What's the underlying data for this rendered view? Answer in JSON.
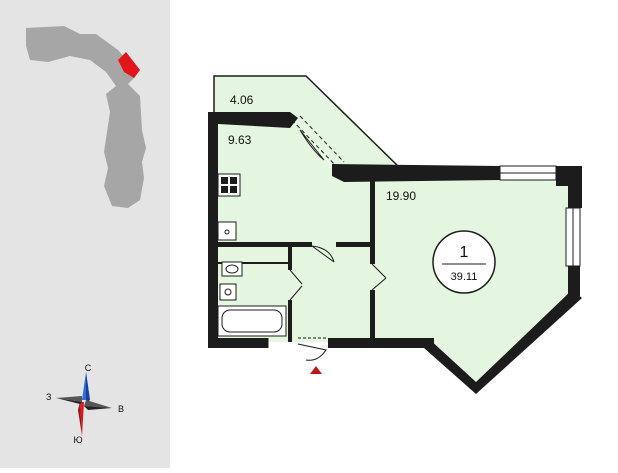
{
  "compass": {
    "north": "С",
    "east": "В",
    "south": "Ю",
    "west": "З"
  },
  "rooms": [
    {
      "id": "balcony",
      "area": "4.06"
    },
    {
      "id": "kitchen",
      "area": "9.63"
    },
    {
      "id": "living",
      "area": "19.90"
    }
  ],
  "apartment": {
    "rooms_count": "1",
    "total_area": "39.11"
  },
  "colors": {
    "room_fill": "#e4f5e0",
    "wall": "#1c1c1c",
    "highlight": "#e0161b",
    "building": "#a6a6a6",
    "sidebar": "#e4e4e4"
  }
}
